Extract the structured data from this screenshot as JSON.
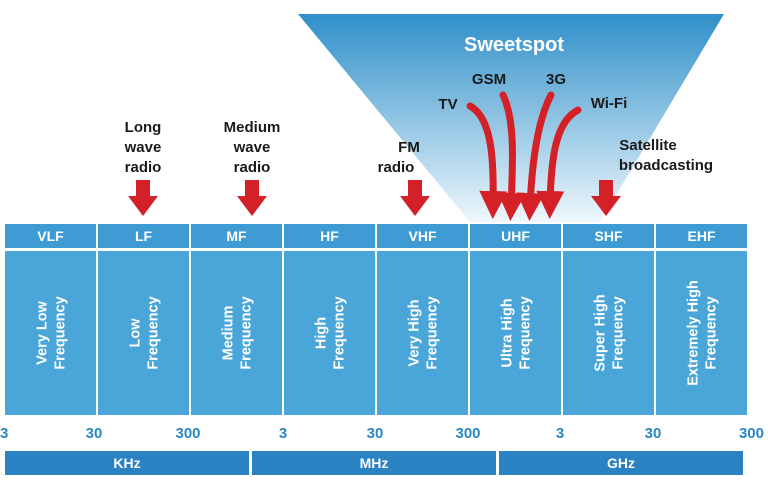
{
  "sweetspot": {
    "label": "Sweetspot"
  },
  "bands": [
    {
      "abbr": "VLF",
      "line1": "Very Low",
      "line2": "Frequency"
    },
    {
      "abbr": "LF",
      "line1": "Low",
      "line2": "Frequency"
    },
    {
      "abbr": "MF",
      "line1": "Medium",
      "line2": "Frequency"
    },
    {
      "abbr": "HF",
      "line1": "High",
      "line2": "Frequency"
    },
    {
      "abbr": "VHF",
      "line1": "Very High",
      "line2": "Frequency"
    },
    {
      "abbr": "UHF",
      "line1": "Ultra High",
      "line2": "Frequency"
    },
    {
      "abbr": "SHF",
      "line1": "Super High",
      "line2": "Frequency"
    },
    {
      "abbr": "EHF",
      "line1": "Extremely High",
      "line2": "Frequency"
    }
  ],
  "applications": [
    {
      "band_index": 1,
      "lines": [
        "Long",
        "wave",
        "radio"
      ]
    },
    {
      "band_index": 2,
      "lines": [
        "Medium",
        "wave",
        "radio"
      ]
    },
    {
      "band_index": 4,
      "lines": [
        "FM",
        "radio"
      ]
    },
    {
      "band_index": 6,
      "lines": [
        "Satellite",
        "broadcasting"
      ]
    }
  ],
  "sweetspot_apps": [
    "TV",
    "GSM",
    "3G",
    "Wi-Fi"
  ],
  "ticks": [
    "3",
    "30",
    "300",
    "3",
    "30",
    "300",
    "3",
    "30",
    "300"
  ],
  "units": [
    "KHz",
    "MHz",
    "GHz"
  ],
  "colors": {
    "band": "#4aa6d9",
    "band_header": "#3e9bd3",
    "unit_bar": "#2b82c2",
    "tick": "#2a86c4",
    "arrow": "#d42027",
    "sweetspot_top": "#2f8fc9",
    "sweetspot_bottom": "#e8f4fb"
  }
}
